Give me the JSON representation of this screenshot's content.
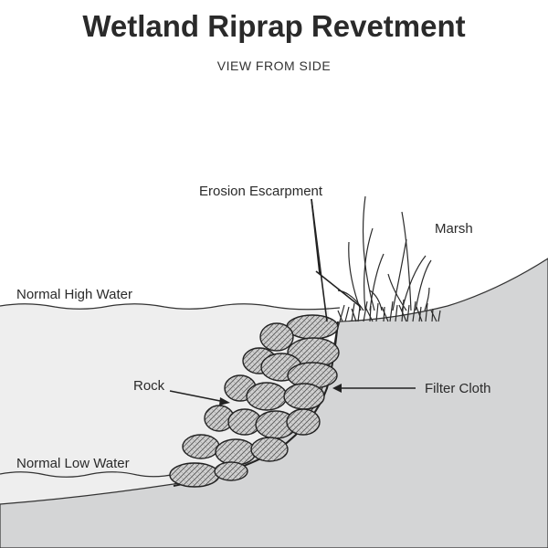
{
  "title": "Wetland Riprap Revetment",
  "subtitle": "VIEW FROM SIDE",
  "labels": {
    "erosion_escarpment": "Erosion Escarpment",
    "marsh": "Marsh",
    "normal_high_water": "Normal High Water",
    "rock": "Rock",
    "filter_cloth": "Filter Cloth",
    "normal_low_water": "Normal Low Water"
  },
  "colors": {
    "ground": "#d4d5d6",
    "water": "#eeeeee",
    "rock": "#c8c8c8",
    "line": "#2a2a2a"
  }
}
